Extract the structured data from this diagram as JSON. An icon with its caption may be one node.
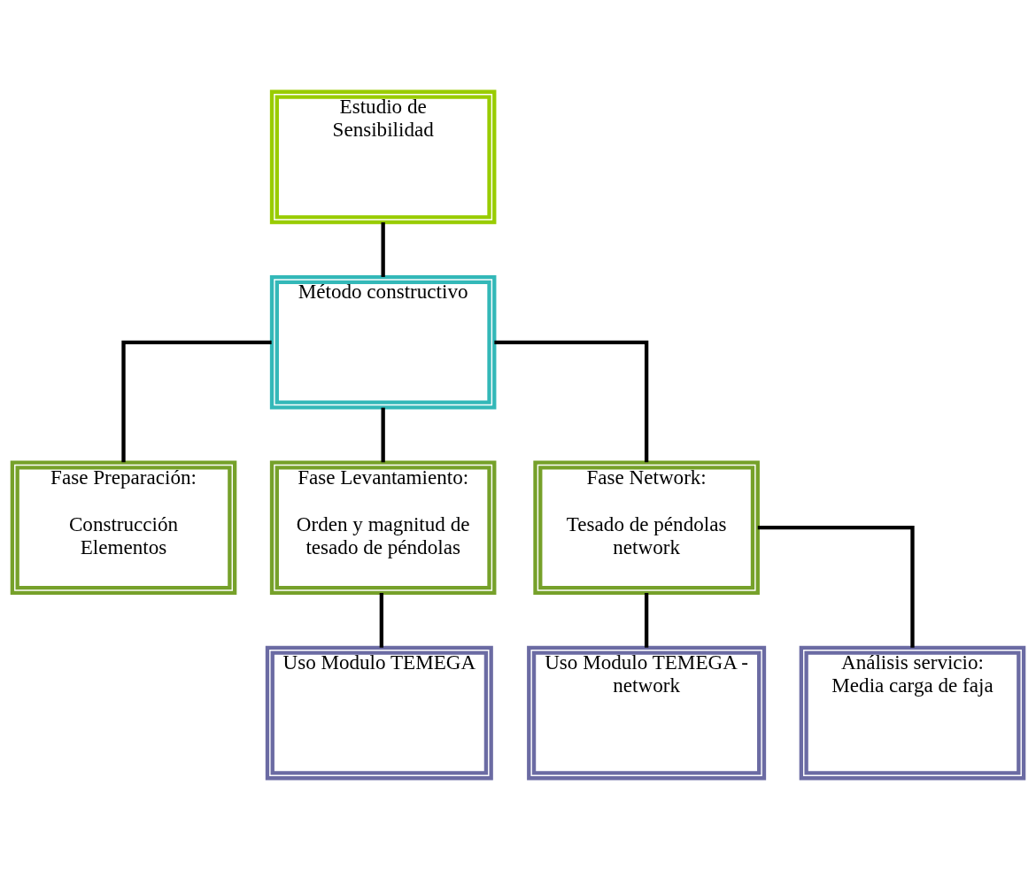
{
  "diagram": {
    "nodes": [
      {
        "text": [
          "Estudio de Sensibilidad"
        ]
      },
      {
        "text": [
          "Método constructivo"
        ]
      },
      {
        "text": [
          "Fase Preparación:",
          "Construcción Elementos"
        ]
      },
      {
        "text": [
          "Fase Levantamiento:",
          "Orden y magnitud de tesado de péndolas"
        ]
      },
      {
        "text": [
          "Fase Network:",
          "Tesado de péndolas network"
        ]
      },
      {
        "text": [
          "Uso Modulo TEMEGA"
        ]
      },
      {
        "text": [
          "Uso Modulo TEMEGA - network"
        ]
      },
      {
        "text": [
          "Análisis servicio: Media carga de faja"
        ]
      }
    ],
    "edges": [
      {
        "from": 0,
        "to": 1,
        "arrow": "none"
      },
      {
        "from": 1,
        "to": 2,
        "arrow": "none"
      },
      {
        "from": 1,
        "to": 3,
        "arrow": "none"
      },
      {
        "from": 1,
        "to": 4,
        "arrow": "none"
      },
      {
        "from": 3,
        "to": 5,
        "arrow": "none"
      },
      {
        "from": 4,
        "to": 6,
        "arrow": "none"
      },
      {
        "from": 4,
        "to": 7,
        "arrow": "none"
      }
    ]
  }
}
